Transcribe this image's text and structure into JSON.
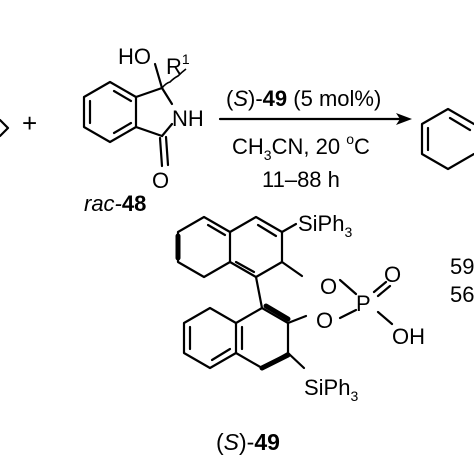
{
  "reaction": {
    "plus": "+",
    "reactant_label": {
      "prefix": "rac-",
      "number": "48"
    },
    "substituents": {
      "hydroxyl": "HO",
      "r": "R",
      "r_sup": "1",
      "nh": "NH",
      "carbonyl_o": "O"
    },
    "conditions": {
      "catalyst_open": "(",
      "catalyst_s": "S",
      "catalyst_close": ")-",
      "catalyst_number": "49",
      "loading": "(5 mol%)",
      "solvent_ch": "CH",
      "solvent_sub": "3",
      "solvent_cn": "CN, 20",
      "temp_unit_sup": "o",
      "temp_unit": "C",
      "time": "11–88 h"
    },
    "yields": {
      "line1": "59",
      "line2": "56"
    }
  },
  "catalyst": {
    "silyl_top": "SiPh",
    "silyl_top_sub": "3",
    "silyl_bottom": "SiPh",
    "silyl_bottom_sub": "3",
    "o_top": "O",
    "o_bottom": "O",
    "p": "P",
    "p_oxo": "O",
    "p_oh": "OH",
    "label_open": "(",
    "label_s": "S",
    "label_close": ")-",
    "label_number": "49"
  }
}
